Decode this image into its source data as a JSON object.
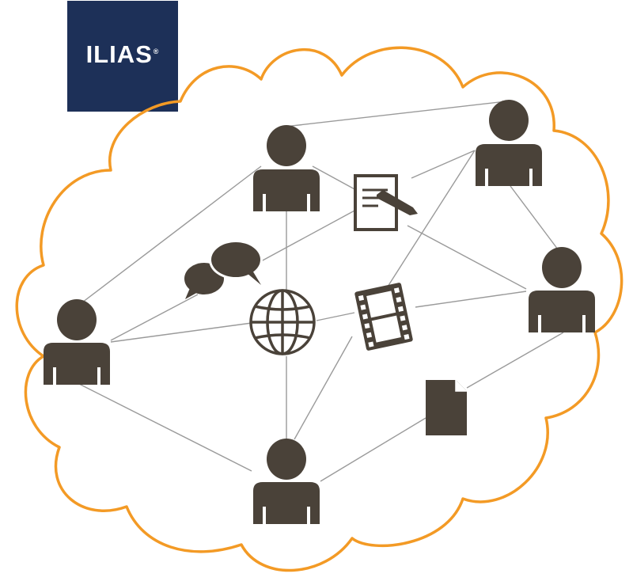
{
  "logo": {
    "text": "ILIAS",
    "reg_mark": "®"
  },
  "colors": {
    "cloud_stroke": "#f39a25",
    "figure_fill": "#4a4239",
    "connector_stroke": "#9a9a9a",
    "logo_background": "#1d3058",
    "logo_text": "#ffffff"
  },
  "nodes": [
    {
      "id": "user-top",
      "icon": "person-icon"
    },
    {
      "id": "user-top-right",
      "icon": "person-icon"
    },
    {
      "id": "user-right",
      "icon": "person-icon"
    },
    {
      "id": "user-left",
      "icon": "person-icon"
    },
    {
      "id": "user-bottom",
      "icon": "person-icon"
    },
    {
      "id": "notepad",
      "icon": "notepad-pen-icon"
    },
    {
      "id": "chat",
      "icon": "speech-bubbles-icon"
    },
    {
      "id": "globe",
      "icon": "globe-icon"
    },
    {
      "id": "film",
      "icon": "film-strip-icon"
    },
    {
      "id": "document",
      "icon": "document-icon"
    }
  ],
  "connections": [
    [
      "user-top",
      "user-top-right"
    ],
    [
      "user-top",
      "notepad"
    ],
    [
      "user-top",
      "user-left"
    ],
    [
      "user-top",
      "globe"
    ],
    [
      "user-top-right",
      "notepad"
    ],
    [
      "user-top-right",
      "film"
    ],
    [
      "user-top-right",
      "user-right"
    ],
    [
      "notepad",
      "chat"
    ],
    [
      "notepad",
      "user-right"
    ],
    [
      "film",
      "user-right"
    ],
    [
      "globe",
      "film"
    ],
    [
      "user-left",
      "globe"
    ],
    [
      "user-left",
      "chat"
    ],
    [
      "user-left",
      "user-bottom"
    ],
    [
      "globe",
      "user-bottom"
    ],
    [
      "film",
      "user-bottom"
    ],
    [
      "user-bottom",
      "document"
    ],
    [
      "document",
      "user-right"
    ]
  ]
}
